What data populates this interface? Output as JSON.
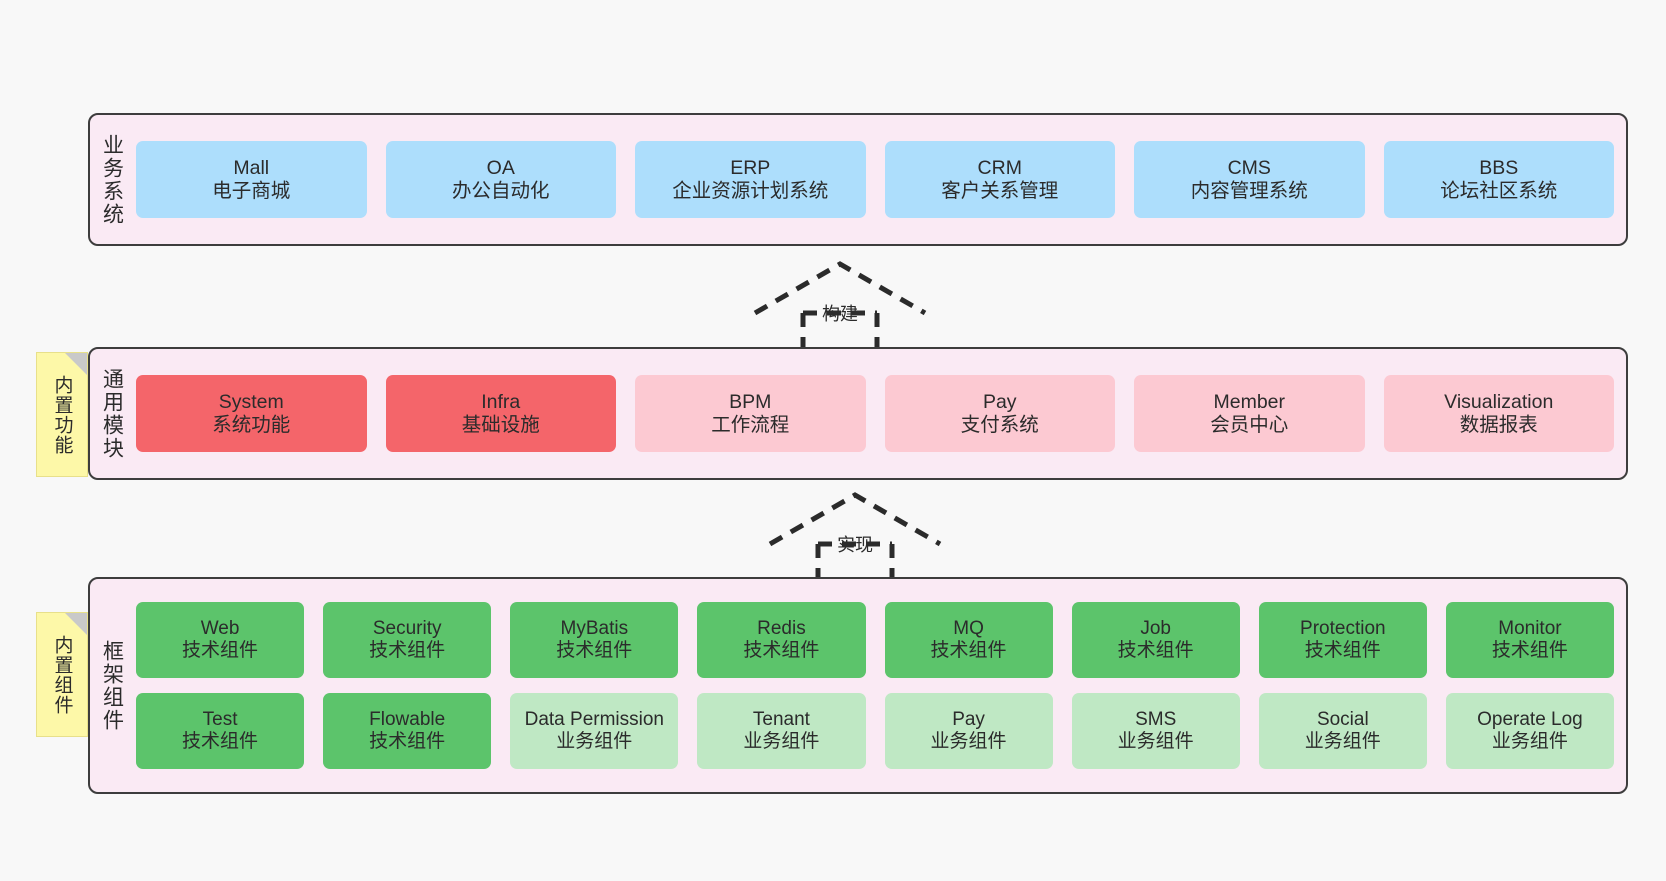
{
  "diagram": {
    "background_color": "#f8f8f8",
    "panel_color": "#faeaf4",
    "panel_border_color": "#3d3d3d"
  },
  "notes": [
    {
      "id": "builtin-function",
      "text": "内置功能",
      "color": "#fdf8a8"
    },
    {
      "id": "builtin-component",
      "text": "内置组件",
      "color": "#fdf8a8"
    }
  ],
  "connectors": [
    {
      "id": "build",
      "label": "构建",
      "style": "dashed-hollow-arrow-up"
    },
    {
      "id": "implement",
      "label": "实现",
      "style": "dashed-hollow-arrow-up"
    }
  ],
  "layers": [
    {
      "id": "business-system",
      "title": "业务系统",
      "rows": [
        {
          "cells": [
            {
              "en": "Mall",
              "cn": "电子商城",
              "color": "#addefc"
            },
            {
              "en": "OA",
              "cn": "办公自动化",
              "color": "#addefc"
            },
            {
              "en": "ERP",
              "cn": "企业资源计划系统",
              "color": "#addefc"
            },
            {
              "en": "CRM",
              "cn": "客户关系管理",
              "color": "#addefc"
            },
            {
              "en": "CMS",
              "cn": "内容管理系统",
              "color": "#addefc"
            },
            {
              "en": "BBS",
              "cn": "论坛社区系统",
              "color": "#addefc"
            }
          ]
        }
      ]
    },
    {
      "id": "common-module",
      "title": "通用模块",
      "rows": [
        {
          "cells": [
            {
              "en": "System",
              "cn": "系统功能",
              "color": "#f4656a"
            },
            {
              "en": "Infra",
              "cn": "基础设施",
              "color": "#f4656a"
            },
            {
              "en": "BPM",
              "cn": "工作流程",
              "color": "#fcc9d2"
            },
            {
              "en": "Pay",
              "cn": "支付系统",
              "color": "#fcc9d2"
            },
            {
              "en": "Member",
              "cn": "会员中心",
              "color": "#fcc9d2"
            },
            {
              "en": "Visualization",
              "cn": "数据报表",
              "color": "#fcc9d2"
            }
          ]
        }
      ]
    },
    {
      "id": "framework-component",
      "title": "框架组件",
      "rows": [
        {
          "cells": [
            {
              "en": "Web",
              "cn": "技术组件",
              "color": "#5cc46b"
            },
            {
              "en": "Security",
              "cn": "技术组件",
              "color": "#5cc46b"
            },
            {
              "en": "MyBatis",
              "cn": "技术组件",
              "color": "#5cc46b"
            },
            {
              "en": "Redis",
              "cn": "技术组件",
              "color": "#5cc46b"
            },
            {
              "en": "MQ",
              "cn": "技术组件",
              "color": "#5cc46b"
            },
            {
              "en": "Job",
              "cn": "技术组件",
              "color": "#5cc46b"
            },
            {
              "en": "Protection",
              "cn": "技术组件",
              "color": "#5cc46b"
            },
            {
              "en": "Monitor",
              "cn": "技术组件",
              "color": "#5cc46b"
            }
          ]
        },
        {
          "cells": [
            {
              "en": "Test",
              "cn": "技术组件",
              "color": "#5cc46b"
            },
            {
              "en": "Flowable",
              "cn": "技术组件",
              "color": "#5cc46b"
            },
            {
              "en": "Data Permission",
              "cn": "业务组件",
              "color": "#bfe8c4"
            },
            {
              "en": "Tenant",
              "cn": "业务组件",
              "color": "#bfe8c4"
            },
            {
              "en": "Pay",
              "cn": "业务组件",
              "color": "#bfe8c4"
            },
            {
              "en": "SMS",
              "cn": "业务组件",
              "color": "#bfe8c4"
            },
            {
              "en": "Social",
              "cn": "业务组件",
              "color": "#bfe8c4"
            },
            {
              "en": "Operate Log",
              "cn": "业务组件",
              "color": "#bfe8c4"
            }
          ]
        }
      ]
    }
  ]
}
